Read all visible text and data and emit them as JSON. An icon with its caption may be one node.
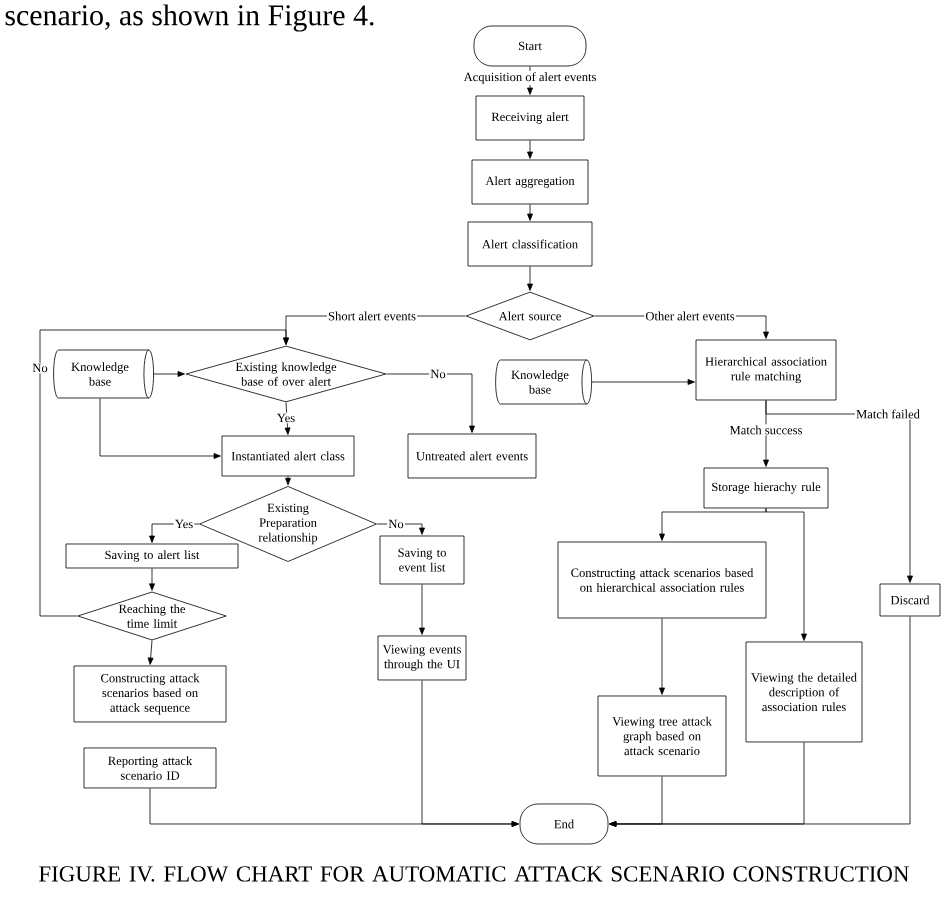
{
  "diagram": {
    "caption": "FIGURE IV. FLOW CHART FOR AUTOMATIC ATTACK SCENARIO CONSTRUCTION",
    "nodes": [
      {
        "text": [
          "Start"
        ]
      },
      {
        "text": [
          "Receiving alert"
        ]
      },
      {
        "text": [
          "Alert aggregation"
        ]
      },
      {
        "text": [
          "Alert classification"
        ]
      },
      {
        "text": [
          "Alert source"
        ]
      },
      {
        "text": [
          "Knowledge base"
        ]
      },
      {
        "text": [
          "Existing knowledge base of over alert"
        ]
      },
      {
        "text": [
          "Untreated alert events"
        ]
      },
      {
        "text": [
          "Instantiated alert class"
        ]
      },
      {
        "text": [
          "Existing Preparation relationship"
        ]
      },
      {
        "text": [
          "Saving to alert list"
        ]
      },
      {
        "text": [
          "Saving to event list"
        ]
      },
      {
        "text": [
          "Reaching the time limit"
        ]
      },
      {
        "text": [
          "Constructing attack scenarios based on attack sequence"
        ]
      },
      {
        "text": [
          "Reporting attack scenario ID"
        ]
      },
      {
        "text": [
          "Viewing events through the UI"
        ]
      },
      {
        "text": [
          "Knowledge base"
        ]
      },
      {
        "text": [
          "Hierarchical association rule matching"
        ]
      },
      {
        "text": [
          "Storage hierachy rule"
        ]
      },
      {
        "text": [
          "Constructing attack scenarios based on hierarchical association rules"
        ]
      },
      {
        "text": [
          "Discard"
        ]
      },
      {
        "text": [
          "Viewing the detailed description of association rules"
        ]
      },
      {
        "text": [
          "Viewing tree attack graph based on attack scenario"
        ]
      },
      {
        "text": [
          "End"
        ]
      }
    ],
    "edges": [
      {
        "from": 0,
        "to": 1,
        "arrow": "to",
        "label": "Acquisition of alert events"
      },
      {
        "from": 1,
        "to": 2,
        "arrow": "to"
      },
      {
        "from": 2,
        "to": 3,
        "arrow": "to"
      },
      {
        "from": 3,
        "to": 4,
        "arrow": "to"
      },
      {
        "from": 4,
        "to": 6,
        "arrow": "to",
        "label": "Short alert events"
      },
      {
        "from": 4,
        "to": 17,
        "arrow": "to",
        "label": "Other alert events"
      },
      {
        "from": 5,
        "to": 6,
        "arrow": "to"
      },
      {
        "from": 5,
        "to": 8,
        "arrow": "to"
      },
      {
        "from": 6,
        "to": 7,
        "arrow": "to",
        "label": "No"
      },
      {
        "from": 6,
        "to": 8,
        "arrow": "to",
        "label": "Yes"
      },
      {
        "from": 8,
        "to": 9,
        "arrow": "to"
      },
      {
        "from": 9,
        "to": 10,
        "arrow": "to",
        "label": "Yes"
      },
      {
        "from": 9,
        "to": 11,
        "arrow": "to",
        "label": "No"
      },
      {
        "from": 10,
        "to": 12,
        "arrow": "to"
      },
      {
        "from": 12,
        "to": 6,
        "arrow": "to",
        "label": "No"
      },
      {
        "from": 12,
        "to": 13,
        "arrow": "to"
      },
      {
        "from": 14,
        "to": 23,
        "arrow": "to"
      },
      {
        "from": 11,
        "to": 15,
        "arrow": "to"
      },
      {
        "from": 15,
        "to": 23,
        "arrow": "to"
      },
      {
        "from": 16,
        "to": 17,
        "arrow": "to"
      },
      {
        "from": 17,
        "to": 18,
        "arrow": "to",
        "label": "Match success"
      },
      {
        "from": 17,
        "to": 20,
        "arrow": "to",
        "label": "Match failed"
      },
      {
        "from": 18,
        "to": 19,
        "arrow": "to"
      },
      {
        "from": 18,
        "to": 21,
        "arrow": "to"
      },
      {
        "from": 19,
        "to": 22,
        "arrow": "to"
      },
      {
        "from": 22,
        "to": 23,
        "arrow": "to"
      },
      {
        "from": 21,
        "to": 23,
        "arrow": "to"
      },
      {
        "from": 20,
        "to": 23,
        "arrow": "to"
      }
    ],
    "labels": [
      "scenario, as shown in Figure 4."
    ]
  }
}
